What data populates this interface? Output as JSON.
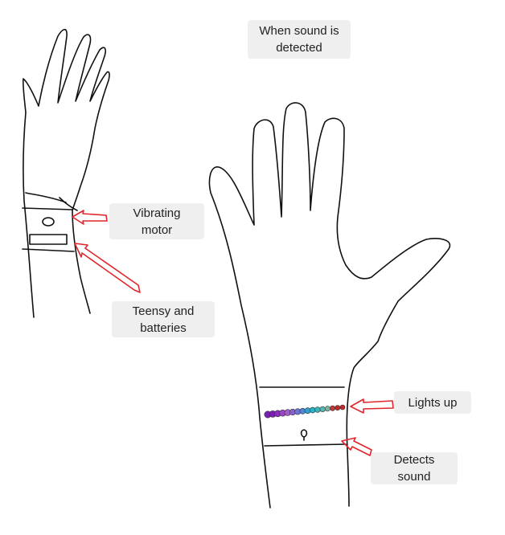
{
  "labels": {
    "when_sound": [
      "When sound is",
      "detected"
    ],
    "vibrating_motor": [
      "Vibrating",
      "motor"
    ],
    "teensy": [
      "Teensy and",
      "batteries"
    ],
    "lights_up": [
      "Lights up"
    ],
    "detects_sound": [
      "Detects",
      "sound"
    ]
  },
  "colors": {
    "ink": "#111111",
    "arrow": "#e0262b",
    "label_bg": "#efefef",
    "leds": [
      "#7a1fb3",
      "#7a1fb3",
      "#8a2fc0",
      "#9b45c9",
      "#a55cd0",
      "#8b5fd6",
      "#6f74d9",
      "#4d88d6",
      "#35a0cf",
      "#2ab3c4",
      "#3ab7bd",
      "#55b9b0",
      "#7ab5a0",
      "#c03a3a",
      "#c62828",
      "#c62828"
    ]
  }
}
